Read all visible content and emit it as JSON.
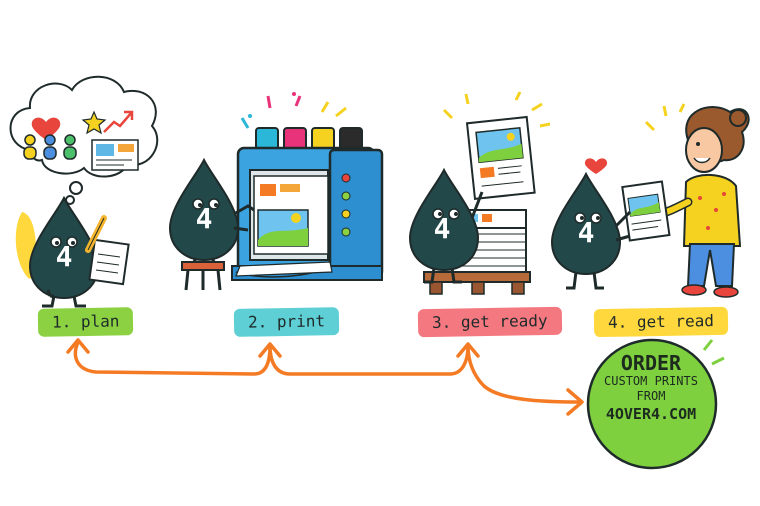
{
  "brand": {
    "mascot_glyph": "4"
  },
  "steps": [
    {
      "label": "1. plan",
      "color": "#8bd141"
    },
    {
      "label": "2. print",
      "color": "#5fcfd6"
    },
    {
      "label": "3. get ready",
      "color": "#f4787f"
    },
    {
      "label": "4. get read",
      "color": "#ffd83d"
    }
  ],
  "cta": {
    "title": "ORDER",
    "line1": "CUSTOM PRINTS",
    "line2": "FROM",
    "url": "4OVER4.COM",
    "color": "#7ed03f"
  },
  "colors": {
    "mascot": "#23484a",
    "arrow": "#f47b24",
    "press": "#3aa3e0",
    "ink_cyan": "#2bb8d8",
    "ink_magenta": "#e8337a",
    "ink_yellow": "#f4d21f",
    "ink_black": "#2b2b2b"
  },
  "icons": [
    "thought-bubble-icon",
    "heart-icon",
    "star-icon",
    "trend-arrow-icon",
    "pencil-icon",
    "notepad-icon"
  ]
}
